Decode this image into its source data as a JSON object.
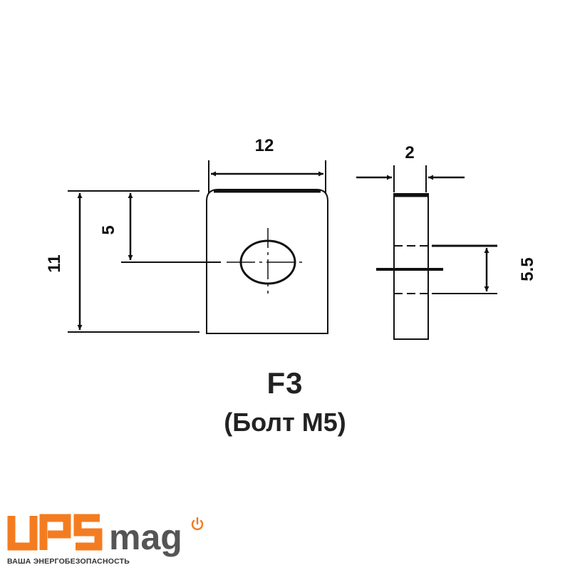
{
  "diagram": {
    "dimensions": {
      "width": "12",
      "height": "11",
      "hole_offset": "5",
      "thickness": "2",
      "hole_diameter": "5.5"
    },
    "title": "F3",
    "subtitle": "(Болт M5)"
  },
  "logo": {
    "brand_main": "UPS",
    "brand_suffix": "mag",
    "tagline": "ВАША ЭНЕРГОБЕЗОПАСНОСТЬ",
    "icon": "power-icon",
    "colors": {
      "accent": "#f47c20",
      "text": "#555555"
    }
  },
  "colors": {
    "line": "#111111",
    "background": "#ffffff"
  }
}
